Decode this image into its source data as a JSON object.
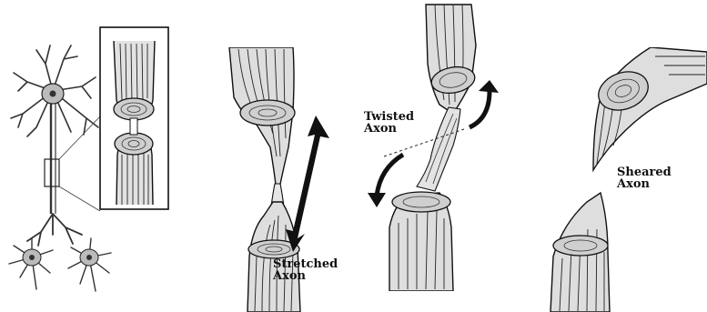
{
  "panels": {
    "neuron": {},
    "stretched": {
      "label_line1": "Stretched",
      "label_line2": "Axon"
    },
    "twisted": {
      "label_line1": "Twisted",
      "label_line2": "Axon"
    },
    "sheared": {
      "label_line1": "Sheared",
      "label_line2": "Axon"
    }
  },
  "colors": {
    "ink": "#111111",
    "paper": "#ffffff",
    "shade": "#d9d9d9"
  }
}
